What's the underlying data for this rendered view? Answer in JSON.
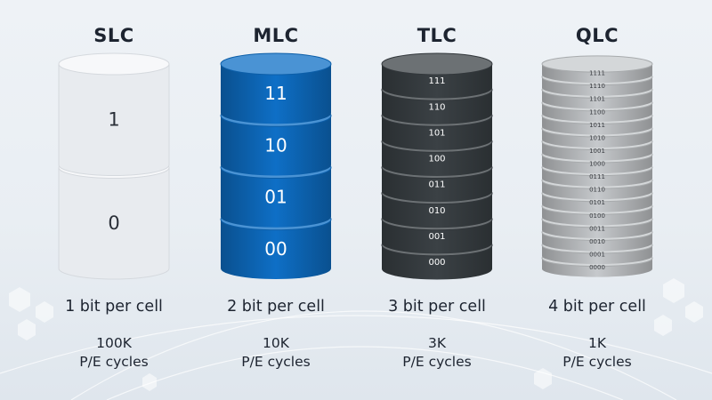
{
  "cells": [
    {
      "id": "slc",
      "title": "SLC",
      "bits_label": "1 bit per cell",
      "cycles_value": "100K",
      "cycles_label": "P/E cycles",
      "levels": [
        "1",
        "0"
      ],
      "fill_color": "#e8ebef",
      "text_color": "#2a2f38"
    },
    {
      "id": "mlc",
      "title": "MLC",
      "bits_label": "2 bit per cell",
      "cycles_value": "10K",
      "cycles_label": "P/E cycles",
      "levels": [
        "11",
        "10",
        "01",
        "00"
      ],
      "fill_color": "#0e6fc6",
      "text_color": "#ffffff"
    },
    {
      "id": "tlc",
      "title": "TLC",
      "bits_label": "3 bit per cell",
      "cycles_value": "3K",
      "cycles_label": "P/E cycles",
      "levels": [
        "111",
        "110",
        "101",
        "100",
        "011",
        "010",
        "001",
        "000"
      ],
      "fill_color": "#3b4145",
      "text_color": "#ffffff"
    },
    {
      "id": "qlc",
      "title": "QLC",
      "bits_label": "4 bit per cell",
      "cycles_value": "1K",
      "cycles_label": "P/E cycles",
      "levels": [
        "1111",
        "1110",
        "1101",
        "1100",
        "1011",
        "1010",
        "1001",
        "1000",
        "0111",
        "0110",
        "0101",
        "0100",
        "0011",
        "0010",
        "0001",
        "0000"
      ],
      "fill_color": "#c6c9cc",
      "text_color": "#3a3d42"
    }
  ]
}
